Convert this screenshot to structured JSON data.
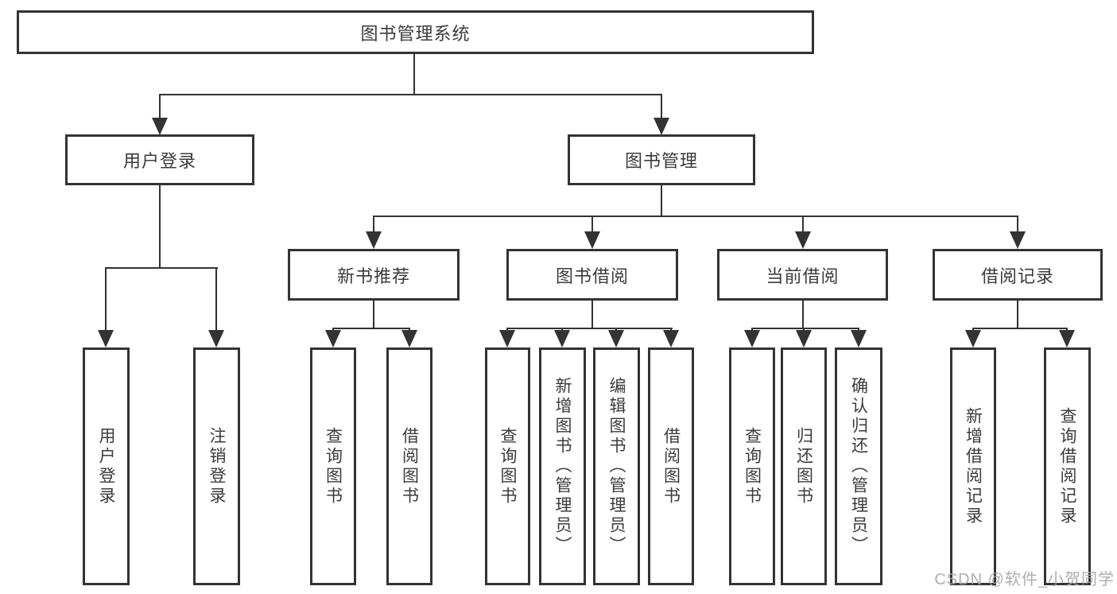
{
  "diagram": {
    "root": {
      "label": "图书管理系统"
    },
    "branches": [
      {
        "label": "用户登录",
        "children": [
          {
            "label": "用户登录"
          },
          {
            "label": "注销登录"
          }
        ]
      },
      {
        "label": "图书管理",
        "children": [
          {
            "label": "新书推荐",
            "children": [
              {
                "label": "查询图书"
              },
              {
                "label": "借阅图书"
              }
            ]
          },
          {
            "label": "图书借阅",
            "children": [
              {
                "label": "查询图书"
              },
              {
                "label": "新增图书（管理员）"
              },
              {
                "label": "编辑图书（管理员）"
              },
              {
                "label": "借阅图书"
              }
            ]
          },
          {
            "label": "当前借阅",
            "children": [
              {
                "label": "查询图书"
              },
              {
                "label": "归还图书"
              },
              {
                "label": "确认归还（管理员）"
              }
            ]
          },
          {
            "label": "借阅记录",
            "children": [
              {
                "label": "新增借阅记录"
              },
              {
                "label": "查询借阅记录"
              }
            ]
          }
        ]
      }
    ]
  },
  "watermark": {
    "text": "CSDN @软件_小贺同学"
  },
  "colors": {
    "line": "#333333",
    "box_border": "#333333",
    "box_fill": "#ffffff",
    "text": "#3b3b3b",
    "watermark": "#a6a6a6",
    "background": "#ffffff"
  }
}
